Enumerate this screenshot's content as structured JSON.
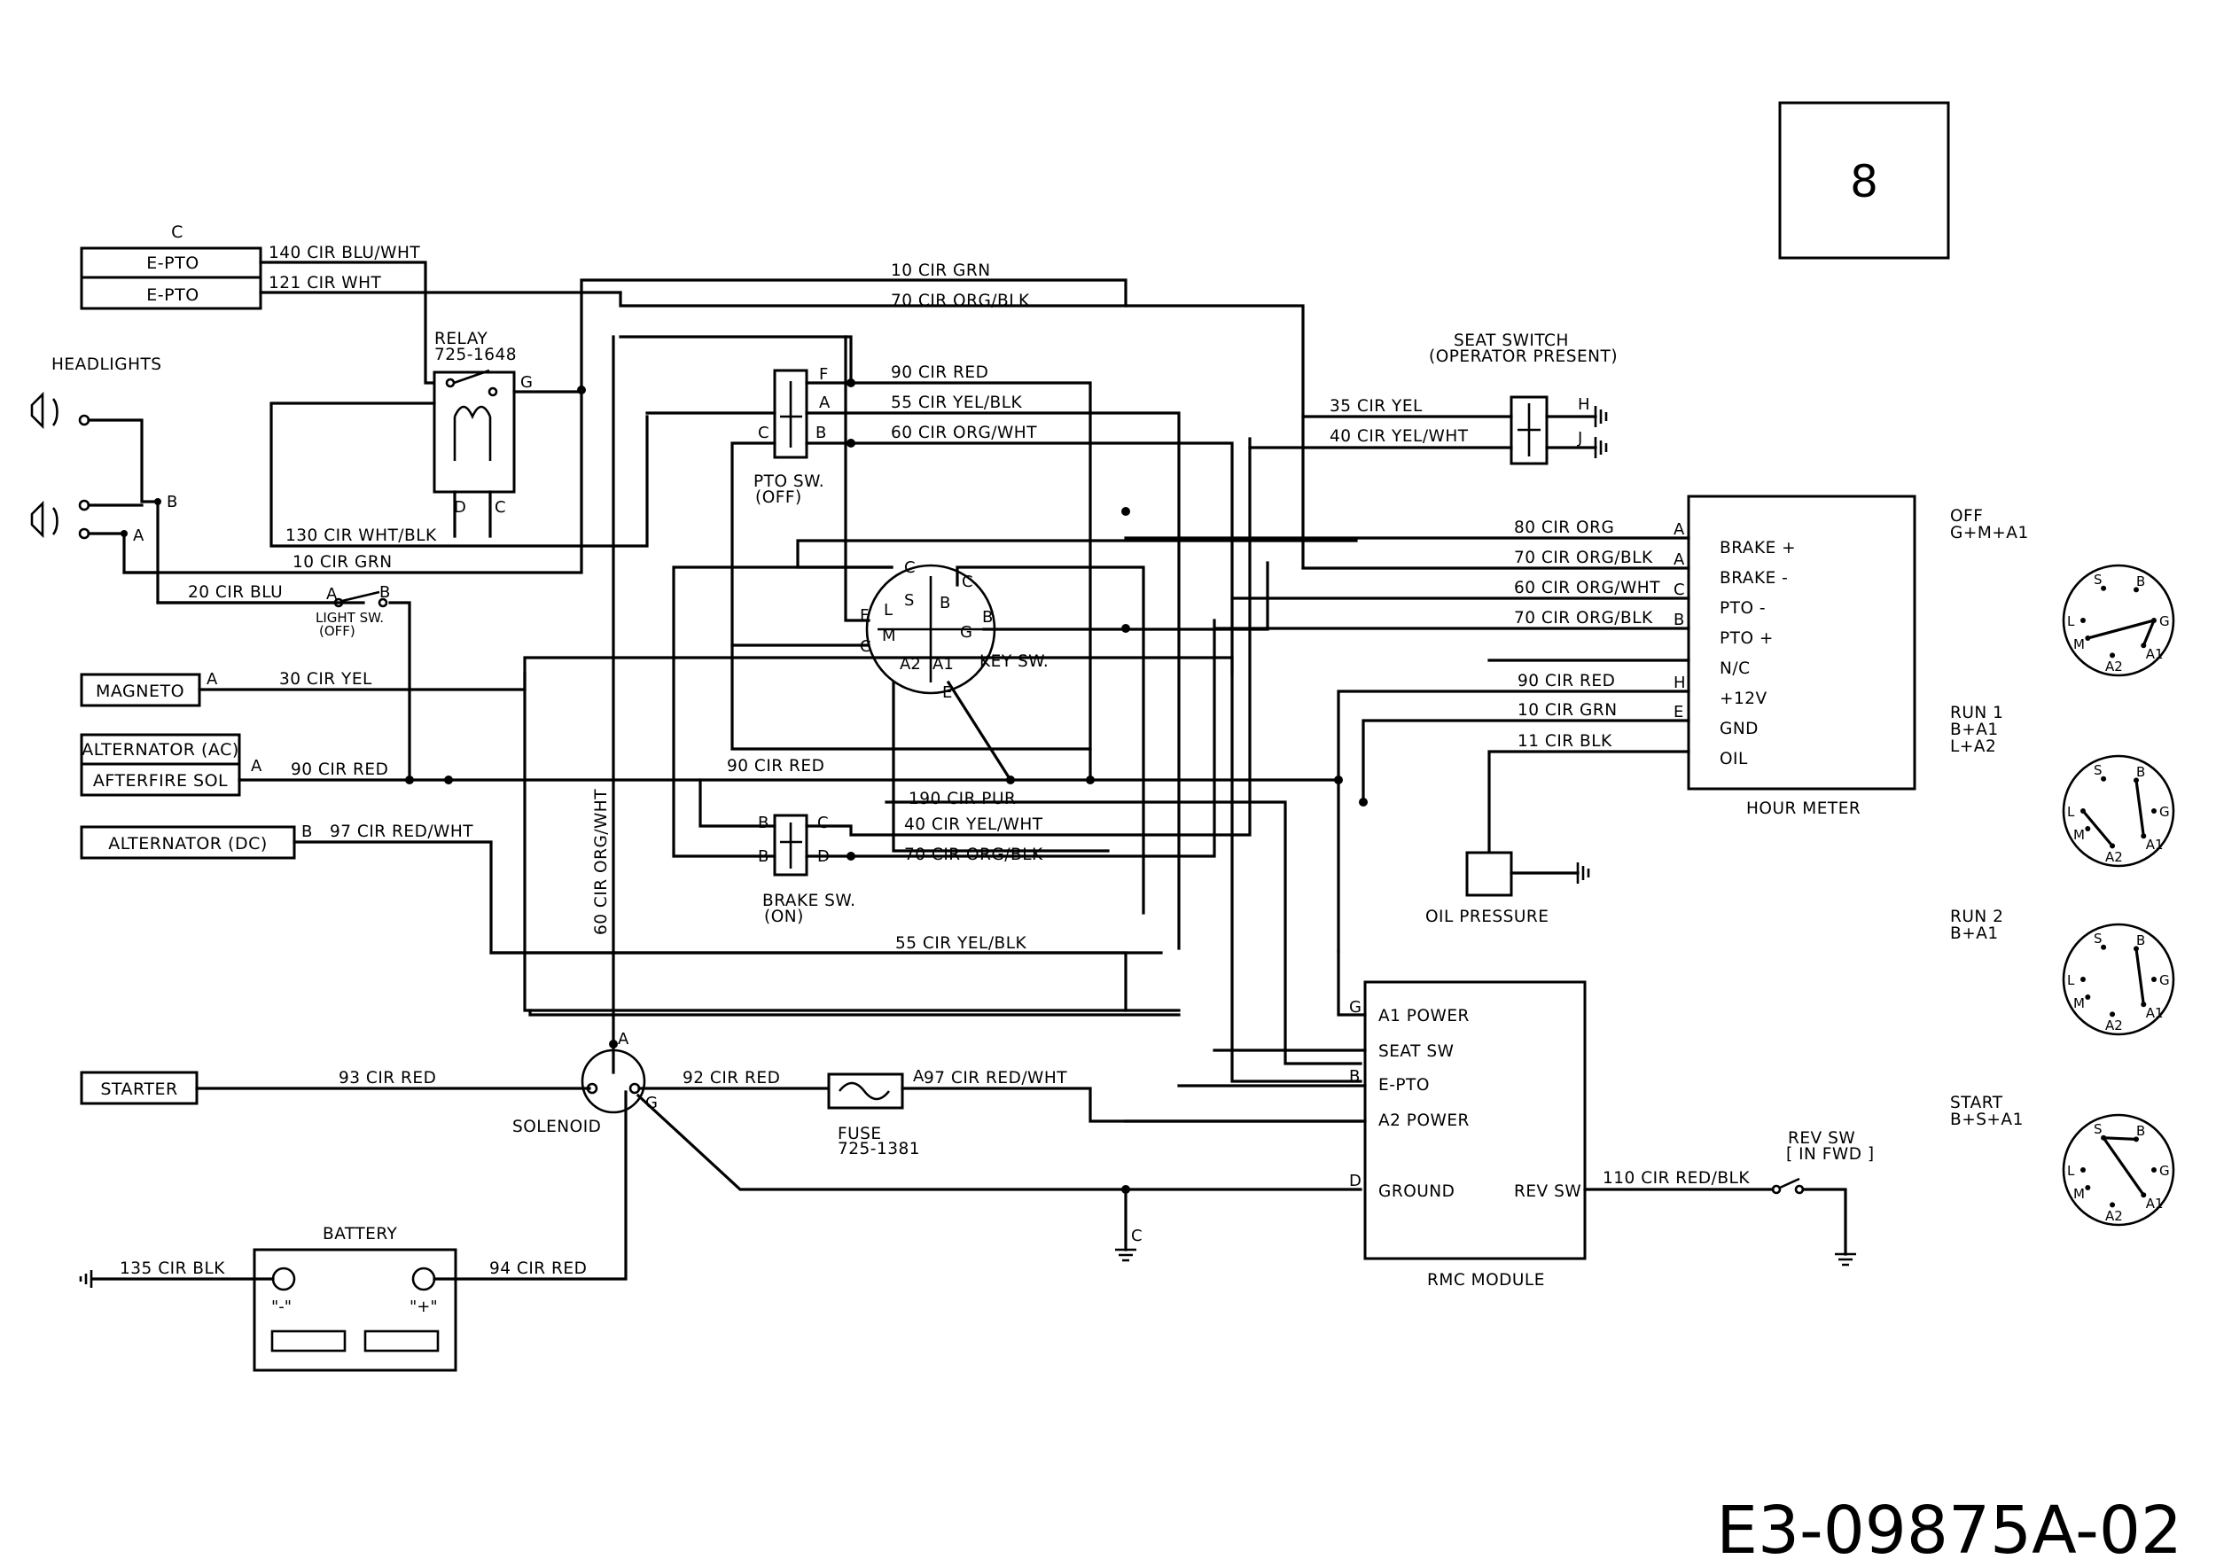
{
  "page": {
    "number": "8",
    "drawing_id": "E3-09875A-02"
  },
  "components": {
    "epto_group_label": "C",
    "epto1": "E-PTO",
    "epto2": "E-PTO",
    "headlights": "HEADLIGHTS",
    "headlight_pin_b": "B",
    "headlight_pin_a": "A",
    "relay_title": "RELAY",
    "relay_part": "725-1648",
    "relay_pin_g": "G",
    "relay_pin_d": "D",
    "relay_pin_c": "C",
    "light_sw": "LIGHT SW.",
    "light_sw_state": "(OFF)",
    "light_sw_pin_a": "A",
    "light_sw_pin_b": "B",
    "magneto": "MAGNETO",
    "magneto_pin": "A",
    "alternator_ac": "ALTERNATOR (AC)",
    "afterfire_sol": "AFTERFIRE SOL",
    "afterfire_pin": "A",
    "alternator_dc": "ALTERNATOR (DC)",
    "alternator_dc_pin": "B",
    "pto_sw": "PTO SW.",
    "pto_sw_state": "(OFF)",
    "pto_pins": [
      "F",
      "A",
      "B",
      "C"
    ],
    "brake_sw": "BRAKE SW.",
    "brake_sw_state": "(ON)",
    "brake_pins": [
      "B",
      "B",
      "D",
      "C"
    ],
    "key_sw": "KEY SW.",
    "key_pins": [
      "S",
      "B",
      "L",
      "G",
      "M",
      "A2",
      "A1",
      "C",
      "C",
      "B",
      "F",
      "C",
      "E"
    ],
    "seat_switch": "SEAT SWITCH",
    "seat_switch_state": "(OPERATOR PRESENT)",
    "seat_pin_h": "H",
    "seat_pin_j": "J",
    "hour_meter": "HOUR METER",
    "hour_meter_rows": [
      "BRAKE +",
      "BRAKE -",
      "PTO -",
      "PTO +",
      "N/C",
      "+12V",
      "GND",
      "OIL"
    ],
    "hour_meter_pins": [
      "A",
      "A",
      "C",
      "B",
      "H",
      "E"
    ],
    "oil_pressure": "OIL PRESSURE",
    "starter": "STARTER",
    "solenoid": "SOLENOID",
    "solenoid_pin_a": "A",
    "solenoid_pin_g": "G",
    "fuse": "FUSE",
    "fuse_part": "725-1381",
    "fuse_pin": "A",
    "battery": "BATTERY",
    "battery_neg": "\"-\"",
    "battery_pos": "\"+\"",
    "rmc_module": "RMC MODULE",
    "rmc_rows": [
      "A1 POWER",
      "SEAT SW",
      "E-PTO",
      "A2 POWER",
      "GROUND",
      "REV SW"
    ],
    "rmc_pins": [
      "G",
      "B",
      "D"
    ],
    "ground_pin": "C",
    "rev_sw": "REV SW",
    "rev_sw_state": "[ IN FWD ]"
  },
  "wires": {
    "w140": "140 CIR BLU/WHT",
    "w121": "121 CIR WHT",
    "w10_top": "10 CIR GRN",
    "w70_top": "70 CIR ORG/BLK",
    "w90_pto": "90 CIR RED",
    "w55_pto": "55 CIR YEL/BLK",
    "w60_pto": "60 CIR ORG/WHT",
    "w35": "35 CIR YEL",
    "w40_seat": "40 CIR YEL/WHT",
    "w130": "130 CIR WHT/BLK",
    "w10_mid": "10 CIR GRN",
    "w20": "20 CIR BLU",
    "w30": "30 CIR YEL",
    "w90_main": "90 CIR RED",
    "w90_mid": "90 CIR RED",
    "w190": "190 CIR PUR",
    "w97_alt": "97 CIR RED/WHT",
    "w40_brake": "40 CIR YEL/WHT",
    "w70_brake": "70 CIR ORG/BLK",
    "w60_vert": "60 CIR ORG/WHT",
    "w55_low": "55 CIR YEL/BLK",
    "w80_hm": "80 CIR ORG",
    "w70_hm1": "70 CIR ORG/BLK",
    "w60_hm": "60 CIR ORG/WHT",
    "w70_hm2": "70 CIR ORG/BLK",
    "w90_hm": "90 CIR RED",
    "w10_hm": "10 CIR GRN",
    "w11_hm": "11 CIR BLK",
    "w93": "93 CIR RED",
    "w92": "92 CIR RED",
    "w97_fuse": "97 CIR RED/WHT",
    "w110": "110 CIR RED/BLK",
    "w135": "135 CIR BLK",
    "w94": "94 CIR RED"
  },
  "key_positions": [
    {
      "name": "OFF",
      "desc": "G+M+A1",
      "desc2": ""
    },
    {
      "name": "RUN 1",
      "desc": "B+A1",
      "desc2": "L+A2"
    },
    {
      "name": "RUN 2",
      "desc": "B+A1",
      "desc2": ""
    },
    {
      "name": "START",
      "desc": "B+S+A1",
      "desc2": ""
    }
  ],
  "key_dial_letters": [
    "S",
    "B",
    "L",
    "G",
    "M",
    "A2",
    "A1"
  ]
}
